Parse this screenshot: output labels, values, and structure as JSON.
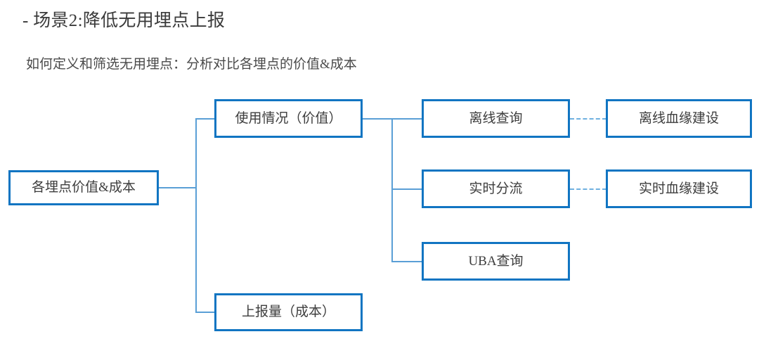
{
  "slide": {
    "title": "- 场景2:降低无用埋点上报",
    "subtitle": "如何定义和筛选无用埋点：分析对比各埋点的价值&成本"
  },
  "theme": {
    "box_border": "#1175c2",
    "connector": "#5a9fd6",
    "dashed_connector": "#6fb0e0",
    "background": "#ffffff",
    "text": "#3d3d3d"
  },
  "diagram": {
    "type": "tree",
    "nodes": {
      "root": {
        "label": "各埋点价值&成本"
      },
      "level2": [
        {
          "label": "使用情况（价值）"
        },
        {
          "label": "上报量（成本）"
        }
      ],
      "level3": [
        {
          "label": "离线查询"
        },
        {
          "label": "实时分流"
        },
        {
          "label": "UBA查询"
        }
      ],
      "level4": [
        {
          "label": "离线血缘建设"
        },
        {
          "label": "实时血缘建设"
        }
      ]
    },
    "edges": [
      {
        "from": "各埋点价值&成本",
        "to": "使用情况（价值）",
        "style": "solid"
      },
      {
        "from": "各埋点价值&成本",
        "to": "上报量（成本）",
        "style": "solid"
      },
      {
        "from": "使用情况（价值）",
        "to": "离线查询",
        "style": "solid"
      },
      {
        "from": "使用情况（价值）",
        "to": "实时分流",
        "style": "solid"
      },
      {
        "from": "使用情况（价值）",
        "to": "UBA查询",
        "style": "solid"
      },
      {
        "from": "离线查询",
        "to": "离线血缘建设",
        "style": "dashed"
      },
      {
        "from": "实时分流",
        "to": "实时血缘建设",
        "style": "dashed"
      }
    ]
  }
}
